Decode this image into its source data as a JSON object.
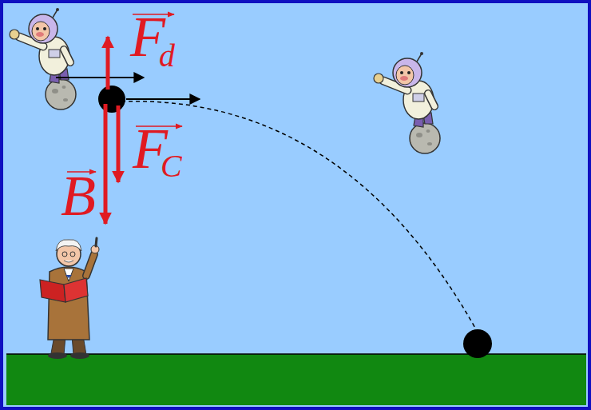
{
  "diagram": {
    "labels": [
      "F",
      "d",
      "F",
      "C",
      "B"
    ]
  }
}
